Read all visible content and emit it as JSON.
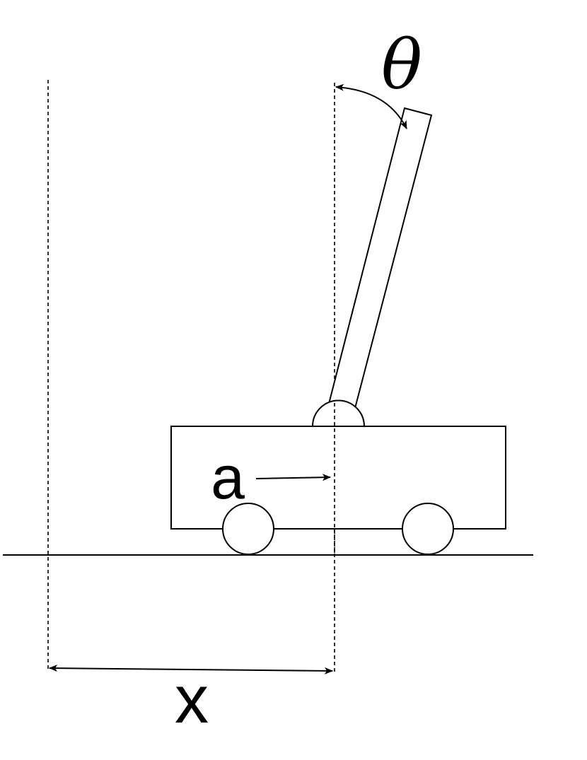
{
  "labels": {
    "angle": "θ",
    "position": "x",
    "acceleration": "a"
  },
  "colors": {
    "line": "#000000",
    "background": "#ffffff"
  }
}
